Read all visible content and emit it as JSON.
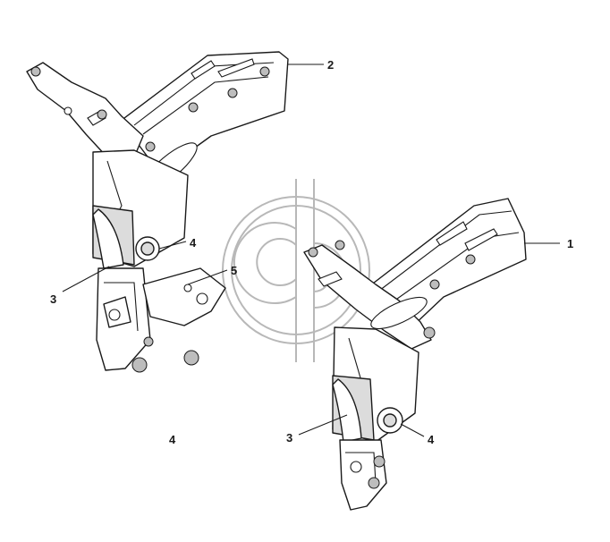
{
  "callouts": {
    "c1": "1",
    "c2": "2",
    "c3a": "3",
    "c4a": "4",
    "c5": "5",
    "c4b": "4",
    "c3b": "3",
    "c4c": "4"
  },
  "colors": {
    "line": "#1a1a1a",
    "watermark": "#b8b8b8",
    "background": "#ffffff"
  }
}
